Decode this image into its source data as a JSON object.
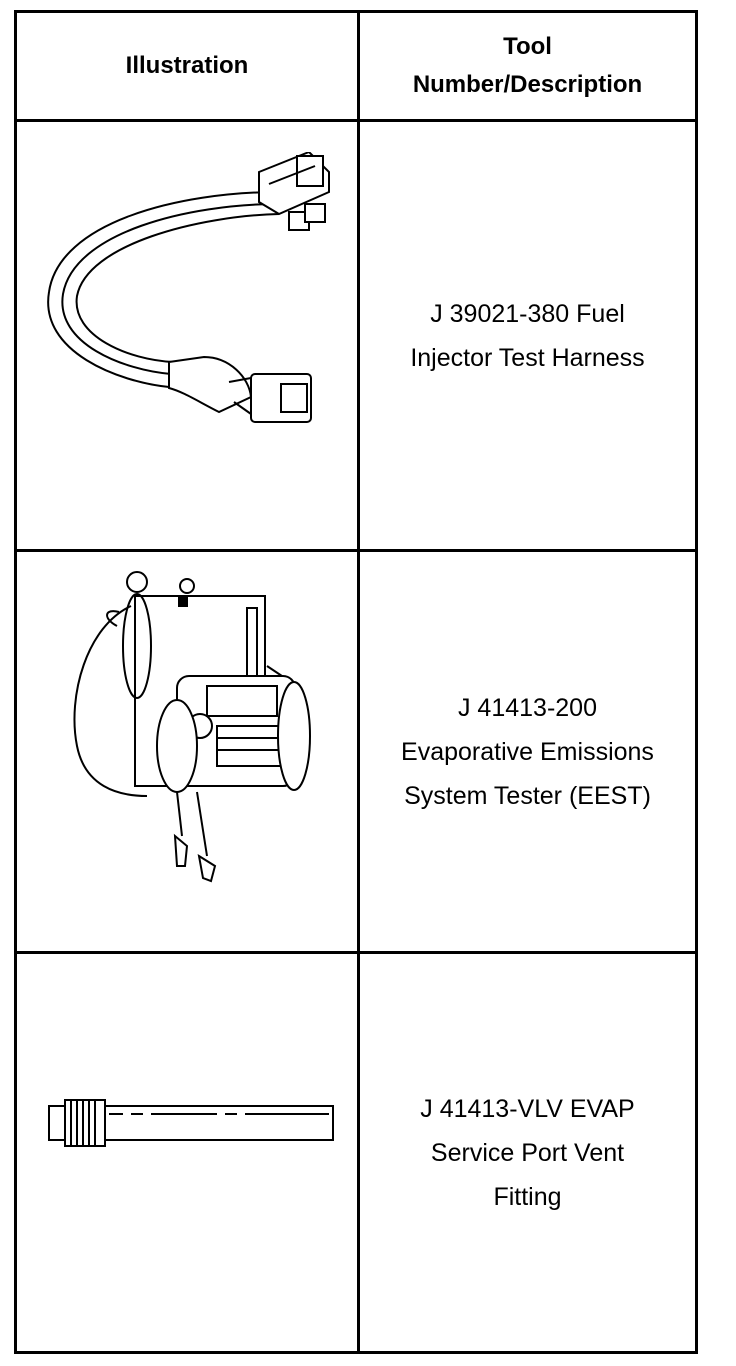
{
  "header": {
    "illustration": "Illustration",
    "tool_line1": "Tool",
    "tool_line2": "Number/Description"
  },
  "rows": [
    {
      "icon": "harness-icon",
      "lines": [
        "J 39021-380 Fuel",
        "Injector Test Harness"
      ]
    },
    {
      "icon": "evap-tester-icon",
      "lines": [
        "J 41413-200",
        "Evaporative Emissions",
        "System Tester (EEST)"
      ]
    },
    {
      "icon": "vent-fitting-icon",
      "lines": [
        "J 41413-VLV EVAP",
        "Service Port Vent",
        "Fitting"
      ]
    }
  ]
}
